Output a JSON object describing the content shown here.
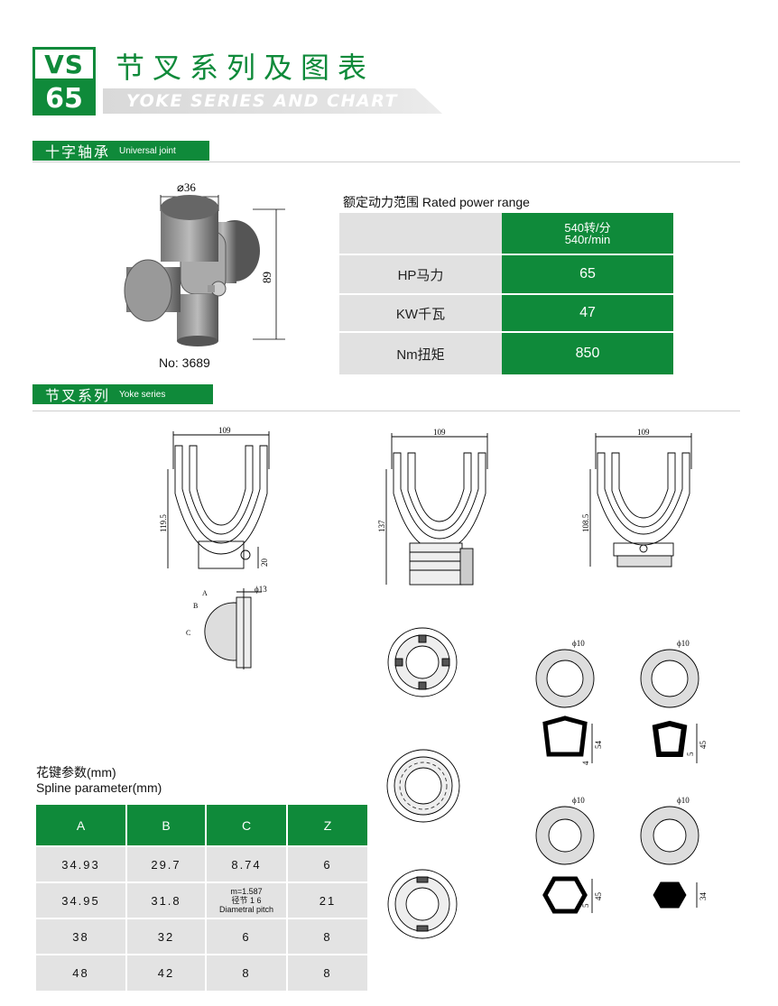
{
  "header": {
    "badge_top": "VS",
    "badge_bottom": "65",
    "title_cn": "节叉系列及图表",
    "title_en": "YOKE SERIES AND CHART"
  },
  "universal_joint": {
    "section_cn": "十字轴承",
    "section_en": "Universal joint",
    "dim_diameter": "⌀36",
    "dim_height": "89",
    "part_no": "No: 3689"
  },
  "power": {
    "title": "额定动力范围  Rated power range",
    "head_line1": "540转/分",
    "head_line2": "540r/min",
    "rows": [
      {
        "label": "HP马力",
        "value": "65"
      },
      {
        "label": "KW千瓦",
        "value": "47"
      },
      {
        "label": "Nm扭矩",
        "value": "850"
      }
    ]
  },
  "yoke": {
    "section_cn": "节叉系列",
    "section_en": "Yoke series",
    "yoke1": {
      "width": "109",
      "height": "119.5",
      "boss": "20",
      "pin": "ϕ13",
      "a": "A",
      "b": "B",
      "c": "C"
    },
    "yoke2": {
      "width": "109",
      "height": "137"
    },
    "yoke3": {
      "width": "109",
      "height": "108.5"
    },
    "profiles": {
      "p1": {
        "dia": "ϕ10",
        "h": "54",
        "t": "4"
      },
      "p2": {
        "dia": "ϕ10",
        "h": "45",
        "t": "5"
      },
      "p3": {
        "dia": "ϕ10",
        "h": "45",
        "t": "5"
      },
      "p4": {
        "dia": "ϕ10",
        "h": "34"
      }
    }
  },
  "spline": {
    "title_cn": "花键参数(mm)",
    "title_en": "Spline parameter(mm)",
    "headers": [
      "A",
      "B",
      "C",
      "Z"
    ],
    "rows": [
      [
        "34.93",
        "29.7",
        "8.74",
        "6"
      ],
      [
        "34.95",
        "31.8",
        "",
        "21"
      ],
      [
        "38",
        "32",
        "6",
        "8"
      ],
      [
        "48",
        "42",
        "8",
        "8"
      ]
    ],
    "row2_c_lines": [
      "m=1.587",
      "径节 1 6",
      "Diametral pitch"
    ]
  },
  "colors": {
    "green": "#0f8a3a",
    "grey": "#e1e1e1"
  }
}
